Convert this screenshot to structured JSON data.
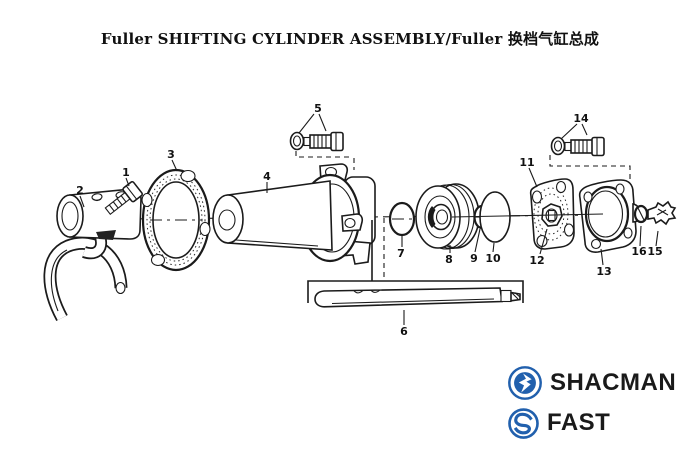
{
  "title": "Fuller SHIFTING CYLINDER ASSEMBLY/Fuller 换档气缸总成",
  "diagram": {
    "callouts": {
      "c1": "1",
      "c2": "2",
      "c3": "3",
      "c4": "4",
      "c5": "5",
      "c6": "6",
      "c7": "7",
      "c8": "8",
      "c9": "9",
      "c10": "10",
      "c11": "11",
      "c12": "12",
      "c13": "13",
      "c14": "14",
      "c15": "15",
      "c16": "16"
    }
  },
  "logos": {
    "brand_blue": "#2160ad",
    "text_color": "#1a1a1a",
    "shacman": {
      "label": "SHACMAN",
      "icon": "shacman-lightning-icon"
    },
    "fast": {
      "label": "FAST",
      "icon": "fast-gear-icon"
    }
  }
}
